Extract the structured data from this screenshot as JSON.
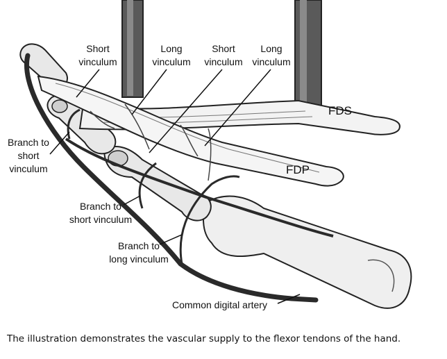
{
  "labels": {
    "short_vinculum_1": [
      "Short",
      "vinculum"
    ],
    "long_vinculum_1": [
      "Long",
      "vinculum"
    ],
    "short_vinculum_2": [
      "Short",
      "vinculum"
    ],
    "long_vinculum_2": [
      "Long",
      "vinculum"
    ],
    "fds": "FDS",
    "fdp": "FDP",
    "branch_short_vinculum_left": [
      "Branch to",
      "short",
      "vinculum"
    ],
    "branch_short_vinculum_mid": [
      "Branch to",
      "short vinculum"
    ],
    "branch_long_vinculum": [
      "Branch to",
      "long vinculum"
    ],
    "common_digital_artery": "Common digital artery"
  },
  "caption": "The illustration demonstrates the vascular supply to the flexor tendons of the hand."
}
